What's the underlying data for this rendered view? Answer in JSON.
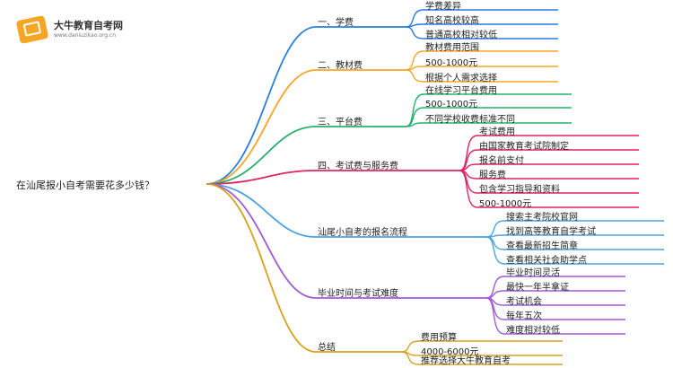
{
  "logo": {
    "title": "大牛教育自考网",
    "url": "www.daniuzikao.org.cn"
  },
  "root": "在汕尾报小自考需要花多少钱？",
  "colors": {
    "blue": "#2a7de1",
    "orange": "#f5a623",
    "green": "#27b06a",
    "red": "#e0245e",
    "lightblue": "#4aa3df",
    "purple": "#a05bd6",
    "amber": "#d9a21b"
  },
  "branches": [
    {
      "label": "一、学费",
      "color": "blue",
      "leaves": [
        "学费差异",
        "知名高校较高",
        "普通高校相对较低"
      ]
    },
    {
      "label": "二、教材费",
      "color": "orange",
      "leaves": [
        "教材费用范围",
        "500-1000元",
        "根据个人需求选择"
      ]
    },
    {
      "label": "三、平台费",
      "color": "green",
      "leaves": [
        "在线学习平台费用",
        "500-1000元",
        "不同学校收费标准不同"
      ]
    },
    {
      "label": "四、考试费与服务费",
      "color": "red",
      "leaves": [
        "考试费用",
        "由国家教育考试院制定",
        "报名前支付",
        "服务费",
        "包含学习指导和资料",
        "500-1000元"
      ]
    },
    {
      "label": "汕尾小自考的报名流程",
      "color": "lightblue",
      "leaves": [
        "搜索主考院校官网",
        "找到高等教育自学考试",
        "查看最新招生简章",
        "查看相关社会助学点"
      ]
    },
    {
      "label": "毕业时间与考试难度",
      "color": "purple",
      "leaves": [
        "毕业时间灵活",
        "最快一年半拿证",
        "考试机会",
        "每年五次",
        "难度相对较低"
      ]
    },
    {
      "label": "总结",
      "color": "amber",
      "leaves": [
        "费用预算",
        "4000-6000元",
        "推荐选择大牛教育自考"
      ]
    }
  ]
}
